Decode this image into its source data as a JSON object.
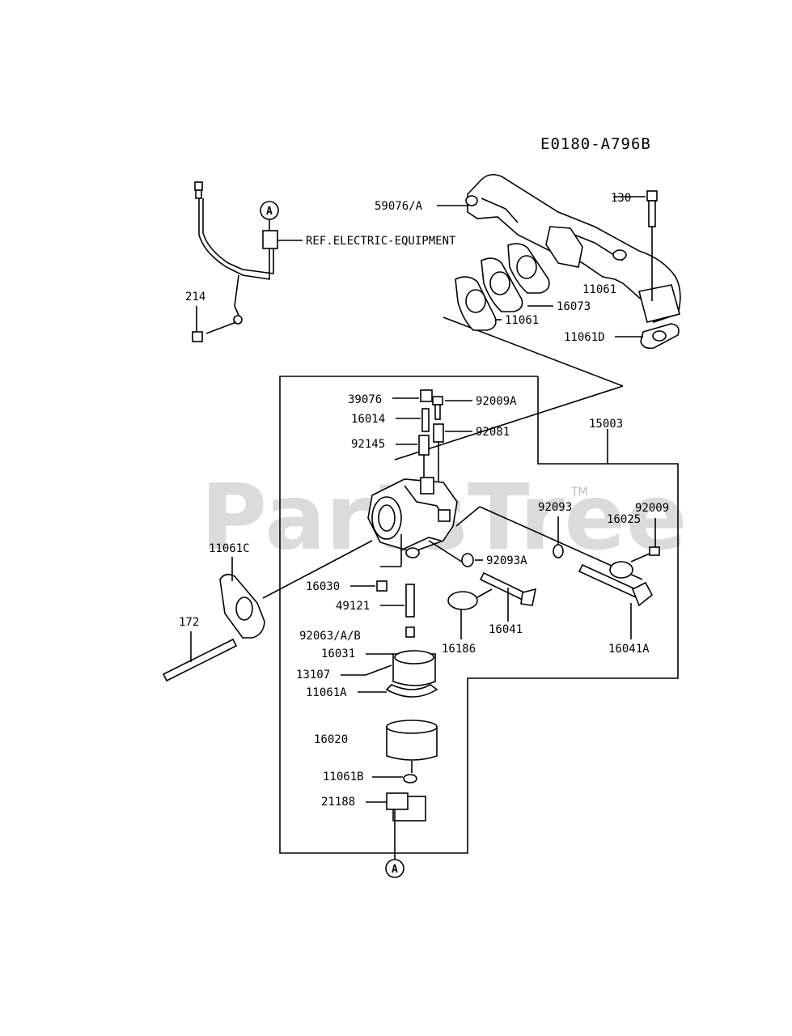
{
  "diagram_code": "E0180-A796B",
  "watermark": "PartsTree",
  "trademark": "TM",
  "ref_circle": "A",
  "ref_note": "REF.ELECTRIC-EQUIPMENT",
  "labels": {
    "p59076A": "59076/A",
    "p130": "130",
    "p214": "214",
    "p16073": "16073",
    "p11061_a": "11061",
    "p11061_b": "11061",
    "p11061D": "11061D",
    "p15003": "15003",
    "p39076": "39076",
    "p92009A": "92009A",
    "p16014": "16014",
    "p92081": "92081",
    "p92145": "92145",
    "p92093": "92093",
    "p92009": "92009",
    "p16025": "16025",
    "p11061C": "11061C",
    "p16030": "16030",
    "p92093A": "92093A",
    "p49121": "49121",
    "p172": "172",
    "p92063AB": "92063/A/B",
    "p16041": "16041",
    "p16031": "16031",
    "p16186": "16186",
    "p16041A": "16041A",
    "p13107": "13107",
    "p11061A": "11061A",
    "p16020": "16020",
    "p11061B": "11061B",
    "p21188": "21188"
  }
}
